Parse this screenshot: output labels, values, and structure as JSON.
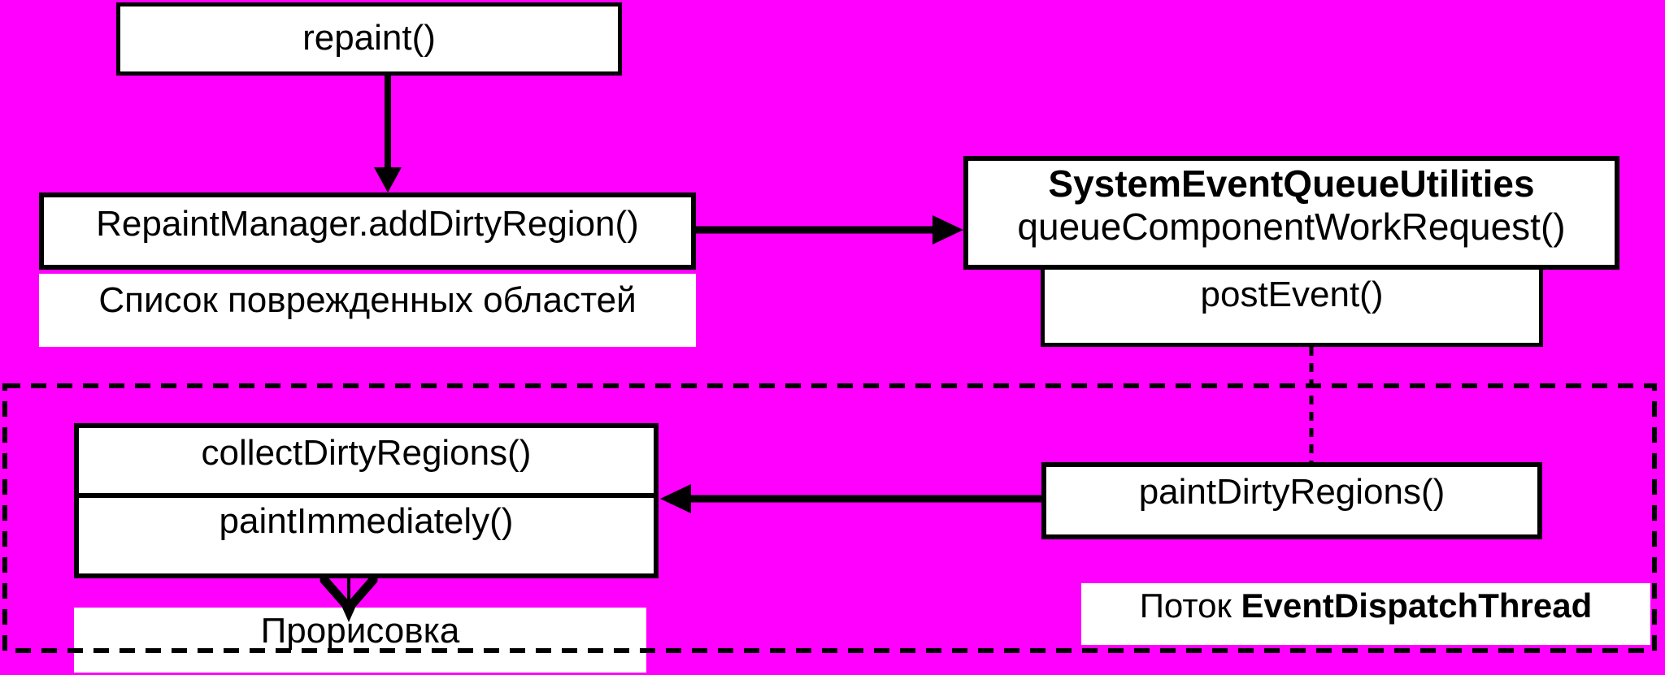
{
  "colors": {
    "background": "#FF00FF",
    "box_fill": "#FFFFFF",
    "box_border": "#000000",
    "text": "#000000"
  },
  "nodes": {
    "repaint": {
      "label": "repaint()"
    },
    "repaint_manager": {
      "label": "RepaintManager.addDirtyRegion()"
    },
    "dirty_list": {
      "label": "Список поврежденных областей"
    },
    "system_event_queue": {
      "title": "SystemEventQueueUtilities",
      "method": "queueComponentWorkRequest()"
    },
    "post_event": {
      "label": "postEvent()"
    },
    "collect_dirty_regions": {
      "label": "collectDirtyRegions()"
    },
    "paint_immediately": {
      "label": "paintImmediately()"
    },
    "paint_dirty_regions": {
      "label": "paintDirtyRegions()"
    },
    "rendering": {
      "label": "Прорисовка"
    },
    "thread": {
      "prefix": "Поток ",
      "name": "EventDispatchThread"
    }
  }
}
